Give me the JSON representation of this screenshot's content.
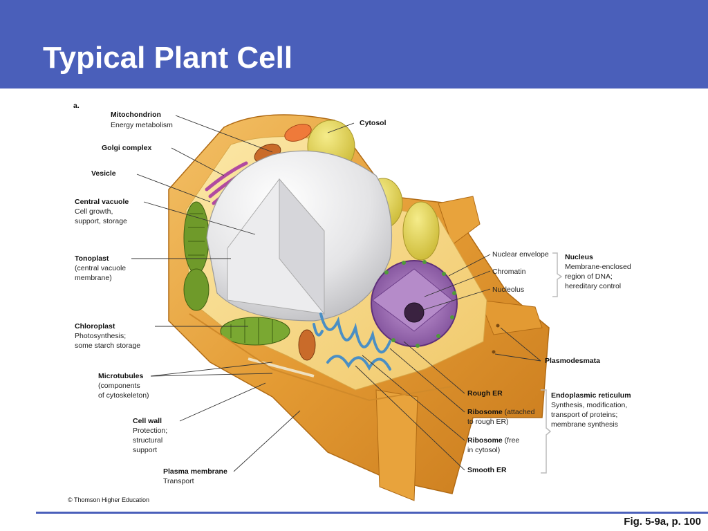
{
  "slide": {
    "title": "Typical Plant Cell",
    "caption": "Fig. 5-9a, p. 100",
    "panel_letter": "a.",
    "copyright": "© Thomson Higher Education"
  },
  "labels": {
    "mitochondrion": {
      "name": "Mitochondrion",
      "desc": [
        "Energy metabolism"
      ]
    },
    "cytosol": {
      "name": "Cytosol",
      "desc": []
    },
    "golgi": {
      "name": "Golgi complex",
      "desc": []
    },
    "vesicle": {
      "name": "Vesicle",
      "desc": []
    },
    "central_vacuole": {
      "name": "Central vacuole",
      "desc": [
        "Cell growth,",
        "support, storage"
      ]
    },
    "tonoplast": {
      "name": "Tonoplast",
      "desc": [
        "(central vacuole",
        "membrane)"
      ]
    },
    "chloroplast": {
      "name": "Chloroplast",
      "desc": [
        "Photosynthesis;",
        "some starch storage"
      ]
    },
    "microtubules": {
      "name": "Microtubules",
      "desc": [
        "(components",
        "of cytoskeleton)"
      ]
    },
    "cell_wall": {
      "name": "Cell wall",
      "desc": [
        "Protection;",
        "structural",
        "support"
      ]
    },
    "plasma_membrane": {
      "name": "Plasma membrane",
      "desc": [
        "Transport"
      ]
    },
    "nuclear_envelope": {
      "name": "Nuclear envelope"
    },
    "chromatin": {
      "name": "Chromatin"
    },
    "nucleolus": {
      "name": "Nucleolus"
    },
    "nucleus": {
      "name": "Nucleus",
      "desc": [
        "Membrane-enclosed",
        "region of DNA;",
        "hereditary control"
      ]
    },
    "plasmodesmata": {
      "name": "Plasmodesmata"
    },
    "rough_er": {
      "name": "Rough ER"
    },
    "ribosome_attached": {
      "name": "Ribosome",
      "desc_inline": " (attached",
      "desc": [
        "to rough ER)"
      ]
    },
    "ribosome_free": {
      "name": "Ribosome",
      "desc_inline": " (free",
      "desc": [
        "in cytosol)"
      ]
    },
    "smooth_er": {
      "name": "Smooth ER"
    },
    "endoplasmic_reticulum": {
      "name": "Endoplasmic reticulum",
      "desc": [
        "Synthesis, modification,",
        "transport of proteins;",
        "membrane synthesis"
      ]
    }
  },
  "colors": {
    "header": "#4a5fba",
    "cell_wall": "#e8a33c",
    "cytoplasm": "#f6d98a",
    "vacuole": "#dcdcdc",
    "chloroplast": "#6f9a2a",
    "nucleus": "#9a6bb0",
    "golgi": "#b14aa0",
    "er": "#4b8fc4"
  }
}
